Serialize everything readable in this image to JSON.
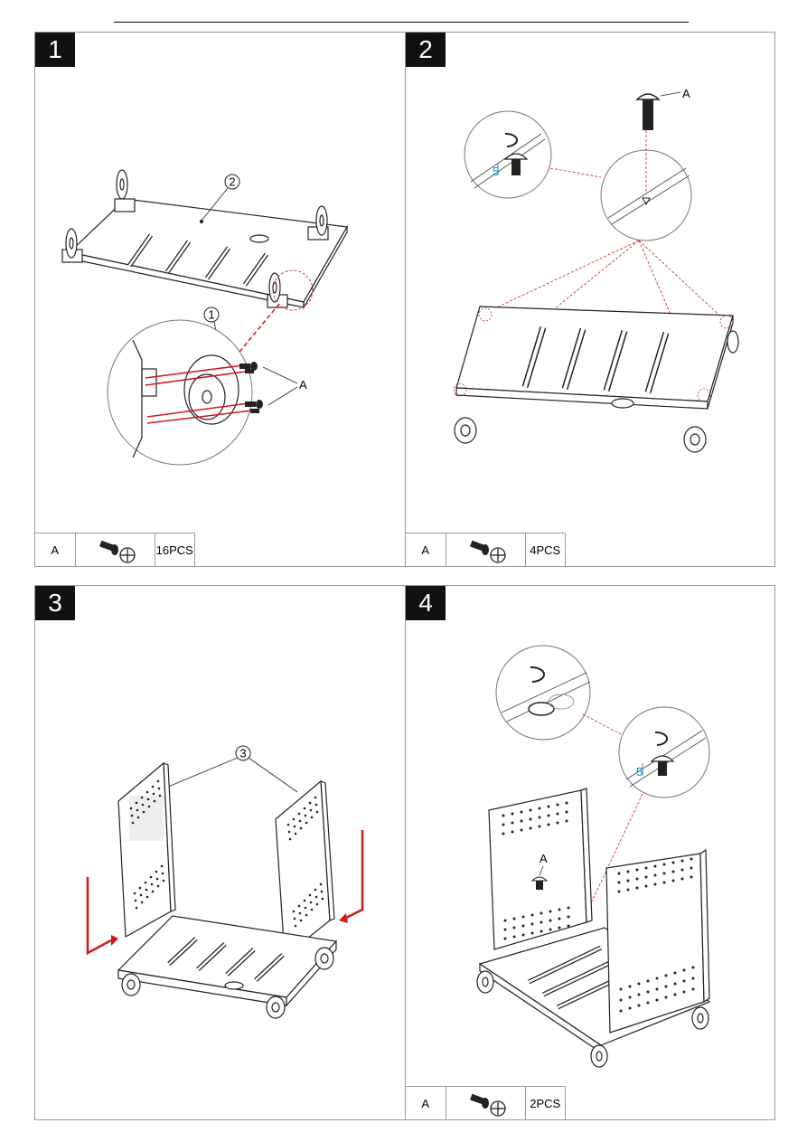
{
  "steps": [
    {
      "number": "1",
      "callouts": {
        "part_a": "2",
        "part_b": "1",
        "fastener": "A"
      },
      "parts": {
        "code": "A",
        "qty": "16PCS"
      }
    },
    {
      "number": "2",
      "callouts": {
        "fastener": "A",
        "offset": "5"
      },
      "parts": {
        "code": "A",
        "qty": "4PCS"
      }
    },
    {
      "number": "3",
      "callouts": {
        "part_a": "3"
      }
    },
    {
      "number": "4",
      "callouts": {
        "fastener": "A",
        "offset": "5"
      },
      "parts": {
        "code": "A",
        "qty": "2PCS"
      }
    }
  ],
  "icons": [
    "screw-icon",
    "phillips-head-icon",
    "rotate-arrow-icon",
    "caster-wheel-icon",
    "side-panel-icon",
    "base-tray-icon"
  ],
  "colors": {
    "frame": "#9a9a9a",
    "step_badge": "#111111",
    "arrow": "#d01818",
    "dim_line": "#1a8fd0"
  }
}
